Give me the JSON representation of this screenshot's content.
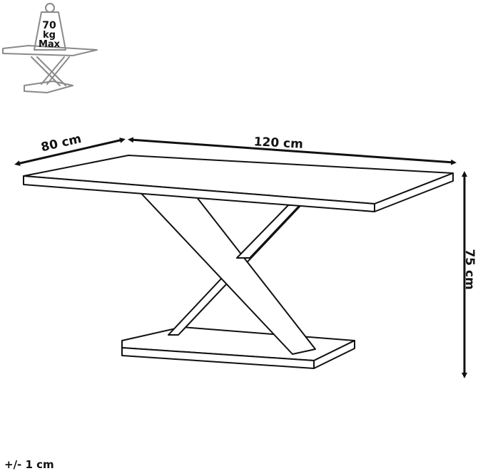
{
  "weight_icon": {
    "value": "70",
    "unit": "kg",
    "qualifier": "Max"
  },
  "dimensions": {
    "depth": "80 cm",
    "width": "120 cm",
    "height": "75 cm"
  },
  "tolerance": "+/- 1 cm",
  "colors": {
    "line": "#111111",
    "icon_line": "#8a8a8a",
    "background": "#ffffff"
  }
}
